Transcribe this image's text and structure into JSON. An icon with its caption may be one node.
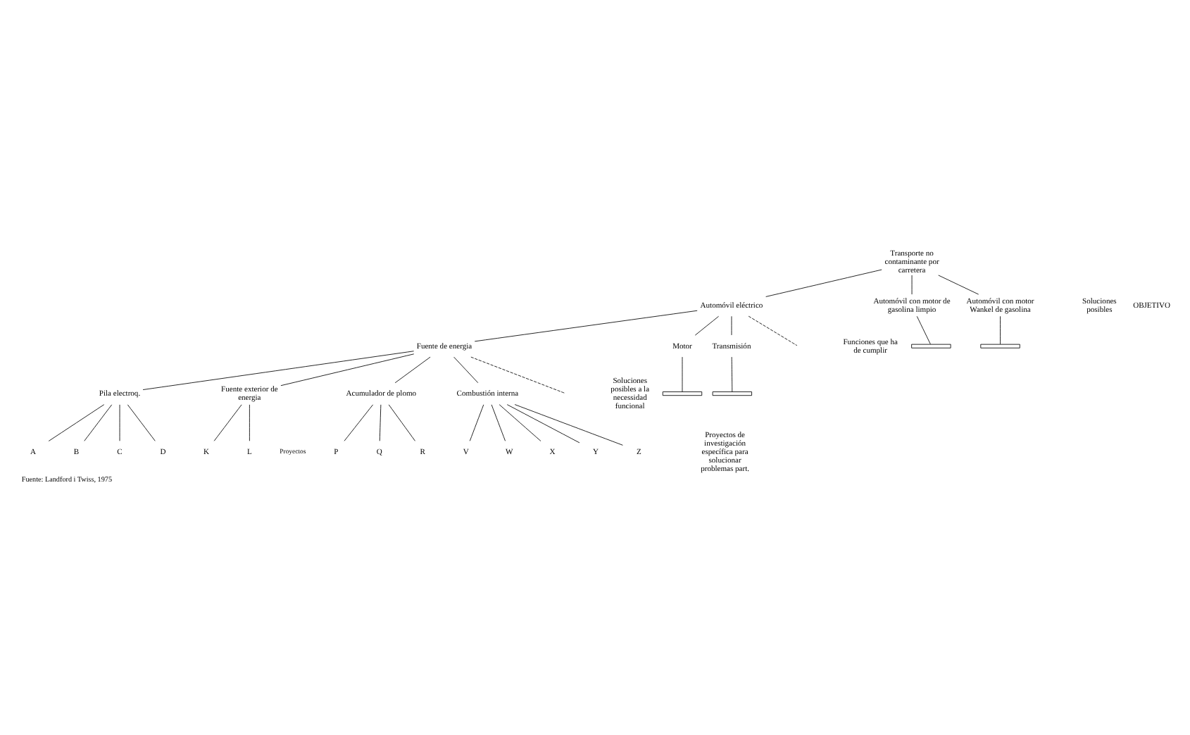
{
  "diagram": {
    "caption": "Fuente: Landford i Twiss, 1975",
    "nodes": [
      {
        "text": [
          "Transporte no contaminante por carretera"
        ]
      },
      {
        "text": [
          "Automóvil eléctrico"
        ]
      },
      {
        "text": [
          "Automóvil con motor de gasolina limpio"
        ]
      },
      {
        "text": [
          "Automóvil con motor Wankel de gasolina"
        ]
      },
      {
        "text": [
          "Fuente de energia"
        ]
      },
      {
        "text": [
          "Motor"
        ]
      },
      {
        "text": [
          "Transmisión"
        ]
      },
      {
        "text": [
          "Pila electroq."
        ]
      },
      {
        "text": [
          "Fuente exterior de energia"
        ]
      },
      {
        "text": [
          "Acumulador de plomo"
        ]
      },
      {
        "text": [
          "Combustión interna"
        ]
      },
      {
        "text": [
          "A"
        ]
      },
      {
        "text": [
          "B"
        ]
      },
      {
        "text": [
          "C"
        ]
      },
      {
        "text": [
          "D"
        ]
      },
      {
        "text": [
          "K"
        ]
      },
      {
        "text": [
          "L"
        ]
      },
      {
        "text": [
          "P"
        ]
      },
      {
        "text": [
          "Q"
        ]
      },
      {
        "text": [
          "R"
        ]
      },
      {
        "text": [
          "V"
        ]
      },
      {
        "text": [
          "W"
        ]
      },
      {
        "text": [
          "X"
        ]
      },
      {
        "text": [
          "Y"
        ]
      },
      {
        "text": [
          "Z"
        ]
      },
      {
        "text": [],
        "shape": "bar"
      },
      {
        "text": [],
        "shape": "bar"
      },
      {
        "text": [],
        "shape": "bar"
      },
      {
        "text": [],
        "shape": "bar"
      }
    ],
    "edges": [
      {
        "from": 0,
        "to": 1,
        "arrow": "none"
      },
      {
        "from": 0,
        "to": 2,
        "arrow": "none"
      },
      {
        "from": 0,
        "to": 3,
        "arrow": "none"
      },
      {
        "from": 2,
        "to": 25,
        "arrow": "none"
      },
      {
        "from": 3,
        "to": 26,
        "arrow": "none"
      },
      {
        "from": 1,
        "to": 4,
        "arrow": "none"
      },
      {
        "from": 1,
        "to": 5,
        "arrow": "none"
      },
      {
        "from": 1,
        "to": 6,
        "arrow": "none"
      },
      {
        "from": 1,
        "to": null,
        "arrow": "none",
        "style": "dashed"
      },
      {
        "from": 5,
        "to": 27,
        "arrow": "none"
      },
      {
        "from": 6,
        "to": 28,
        "arrow": "none"
      },
      {
        "from": 4,
        "to": 7,
        "arrow": "none"
      },
      {
        "from": 4,
        "to": 8,
        "arrow": "none"
      },
      {
        "from": 4,
        "to": 9,
        "arrow": "none"
      },
      {
        "from": 4,
        "to": 10,
        "arrow": "none"
      },
      {
        "from": 4,
        "to": null,
        "arrow": "none",
        "style": "dashed"
      },
      {
        "from": 7,
        "to": 11,
        "arrow": "none"
      },
      {
        "from": 7,
        "to": 12,
        "arrow": "none"
      },
      {
        "from": 7,
        "to": 13,
        "arrow": "none"
      },
      {
        "from": 7,
        "to": 14,
        "arrow": "none"
      },
      {
        "from": 8,
        "to": 15,
        "arrow": "none"
      },
      {
        "from": 8,
        "to": 16,
        "arrow": "none"
      },
      {
        "from": 9,
        "to": 17,
        "arrow": "none"
      },
      {
        "from": 9,
        "to": 18,
        "arrow": "none"
      },
      {
        "from": 9,
        "to": 19,
        "arrow": "none"
      },
      {
        "from": 10,
        "to": 20,
        "arrow": "none"
      },
      {
        "from": 10,
        "to": 21,
        "arrow": "none"
      },
      {
        "from": 10,
        "to": 22,
        "arrow": "none"
      },
      {
        "from": 10,
        "to": 23,
        "arrow": "none"
      },
      {
        "from": 10,
        "to": 24,
        "arrow": "none"
      }
    ],
    "labels": [
      "OBJETIVO",
      "Soluciones posibles",
      "Funciones que ha de cumplir",
      "Soluciones posibles a la necessidad funcional",
      "Proyectos de investigación específica para solucionar problemas part.",
      "Proyectos"
    ]
  }
}
